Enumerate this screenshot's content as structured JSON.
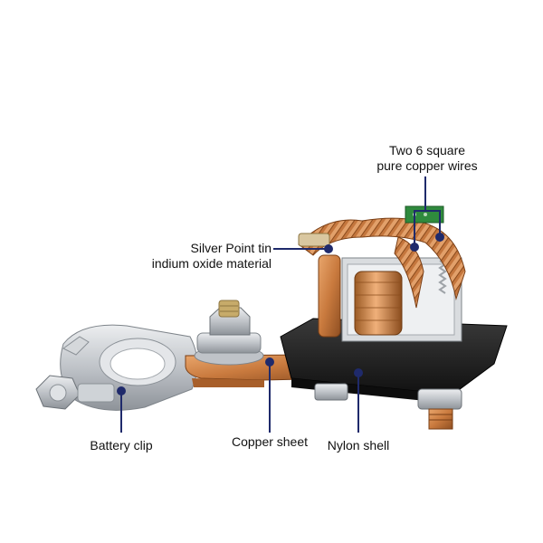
{
  "callouts": {
    "copper_wires": {
      "line1": "Two 6 square",
      "line2": "pure copper wires"
    },
    "silver_point": {
      "line1": "Silver Point tin",
      "line2": "indium oxide material"
    },
    "battery_clip": "Battery clip",
    "copper_sheet": "Copper sheet",
    "nylon_shell": "Nylon shell"
  },
  "colors": {
    "leader_line": "#1f2a6b",
    "marker_dot": "#1f2a6b",
    "text": "#111111",
    "copper": "#c97a3e",
    "nylon_black": "#1b1b1b",
    "silver_metal": "#c9ccd0",
    "circuit_green": "#2f8a3d"
  }
}
